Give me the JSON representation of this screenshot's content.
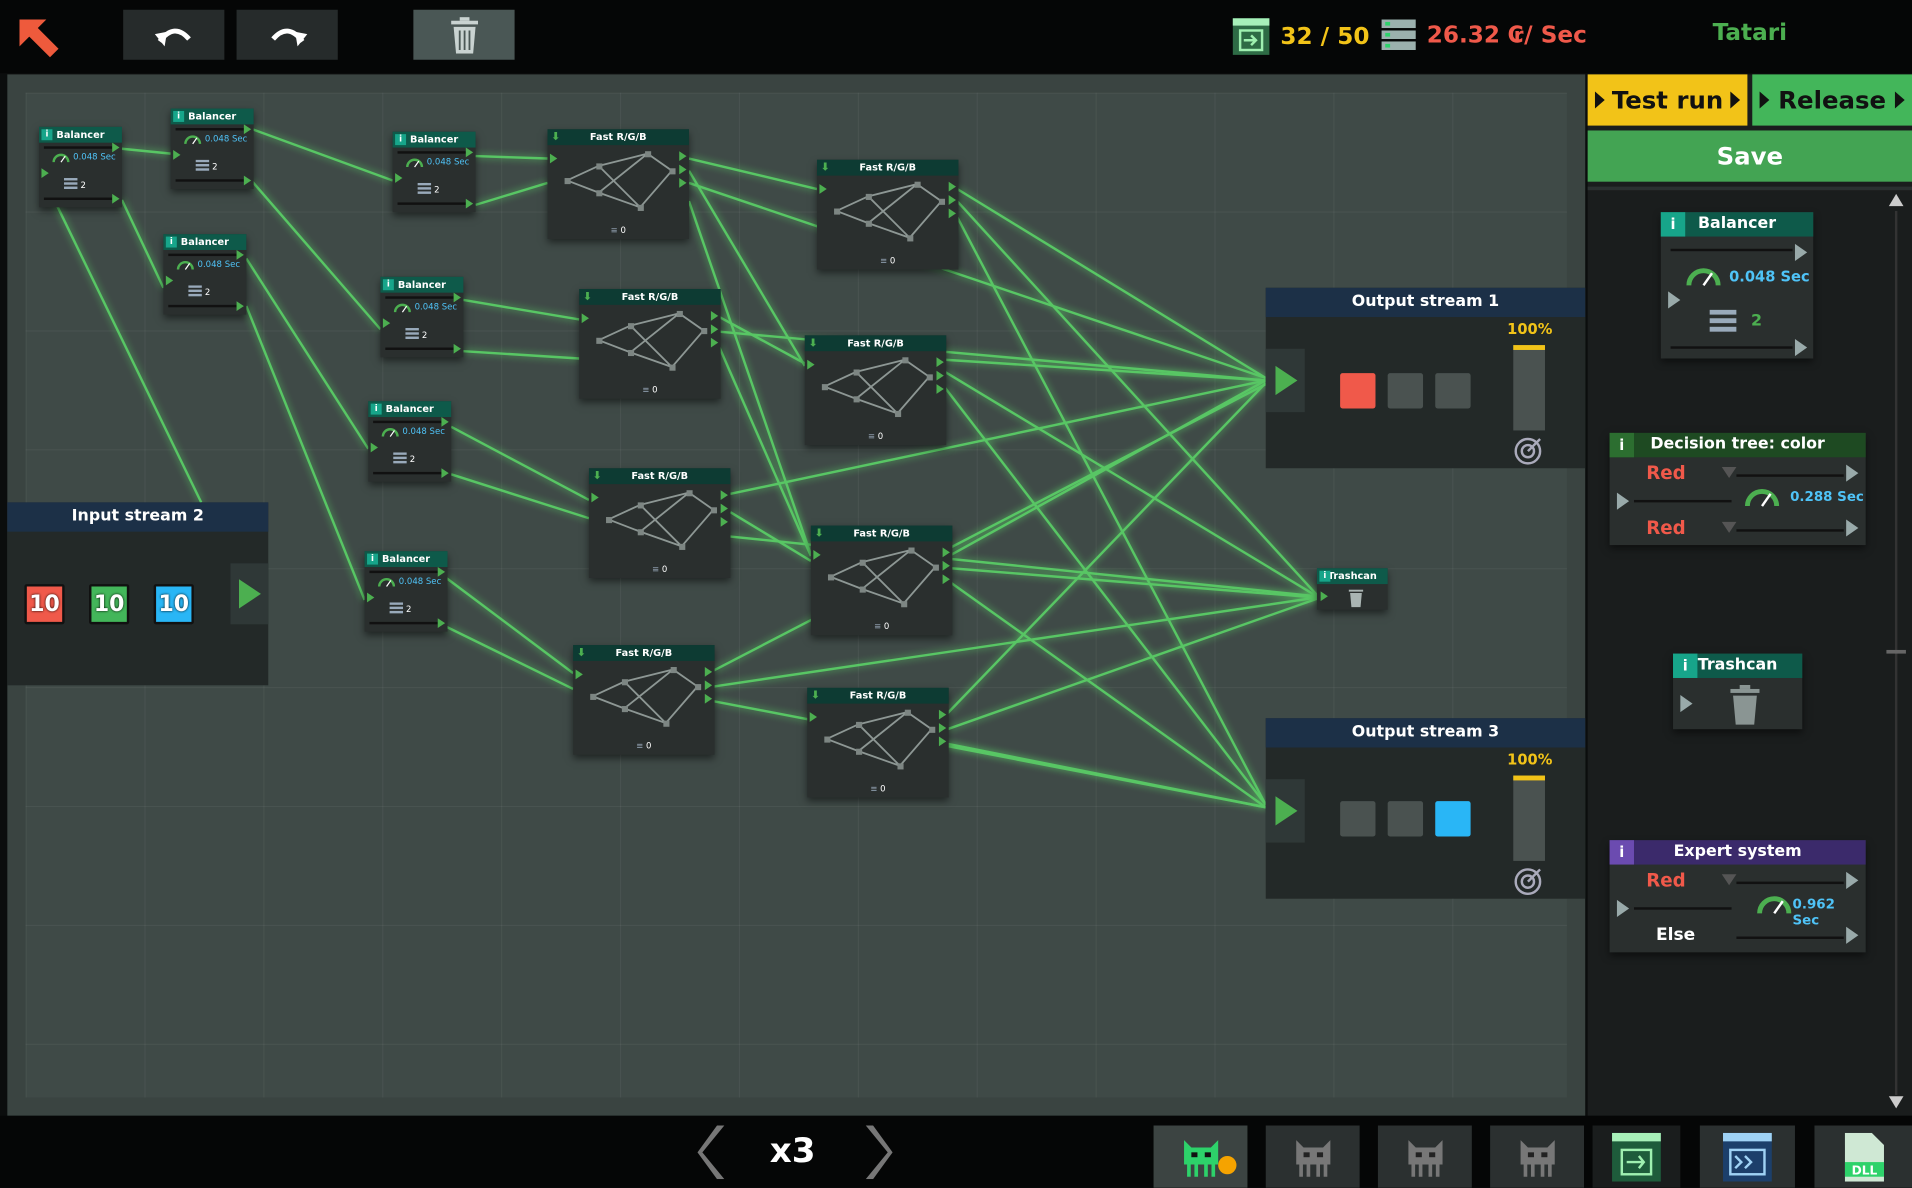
{
  "header": {
    "user_name": "Tatari",
    "node_count": "32 / 50",
    "throughput": "26.32 ₢/ Sec",
    "icons": [
      "back-arrow-icon",
      "undo-icon",
      "redo-icon",
      "trash-icon",
      "node-count-icon",
      "server-icon"
    ]
  },
  "colors": {
    "accent_green": "#4caf50",
    "warning_yellow": "#f2c318",
    "red": "#f0594a",
    "blue": "#29b6f6",
    "wire": "#5ddc6a"
  },
  "input_stream": {
    "title": "Input stream 2",
    "items": [
      {
        "value": "10",
        "color": "red"
      },
      {
        "value": "10",
        "color": "green"
      },
      {
        "value": "10",
        "color": "blue"
      }
    ]
  },
  "balancers": [
    {
      "title": "Balancer",
      "speed": "0.048 Sec",
      "count": "2"
    },
    {
      "title": "Balancer",
      "speed": "0.048 Sec",
      "count": "2"
    },
    {
      "title": "Balancer",
      "speed": "0.048 Sec",
      "count": "2"
    },
    {
      "title": "Balancer",
      "speed": "0.048 Sec",
      "count": "2"
    },
    {
      "title": "Balancer",
      "speed": "0.048 Sec",
      "count": "2"
    },
    {
      "title": "Balancer",
      "speed": "0.048 Sec",
      "count": "2"
    },
    {
      "title": "Balancer",
      "speed": "0.048 Sec",
      "count": "2"
    }
  ],
  "fast_nodes": [
    {
      "title": "Fast R/G/B",
      "count": "0"
    },
    {
      "title": "Fast R/G/B",
      "count": "0"
    },
    {
      "title": "Fast R/G/B",
      "count": "0"
    },
    {
      "title": "Fast R/G/B",
      "count": "0"
    },
    {
      "title": "Fast R/G/B",
      "count": "0"
    },
    {
      "title": "Fast R/G/B",
      "count": "0"
    },
    {
      "title": "Fast R/G/B",
      "count": "0"
    },
    {
      "title": "Fast R/G/B",
      "count": "0"
    }
  ],
  "outputs": [
    {
      "title": "Output stream 1",
      "percent": "100%",
      "fill": 1.0,
      "slots": [
        "red",
        "empty",
        "empty"
      ]
    },
    {
      "title": "Output stream 3",
      "percent": "100%",
      "fill": 1.0,
      "slots": [
        "empty",
        "empty",
        "blue"
      ]
    }
  ],
  "trashcan_node": {
    "title": "Trashcan"
  },
  "sidebar": {
    "test_run": "Test run",
    "release": "Release",
    "save": "Save",
    "palette": {
      "balancer": {
        "title": "Balancer",
        "speed": "0.048 Sec",
        "count": "2"
      },
      "decision": {
        "title": "Decision tree: color",
        "opt1": "Red",
        "opt2": "Red",
        "speed": "0.288 Sec"
      },
      "trashcan": {
        "title": "Trashcan"
      },
      "expert": {
        "title": "Expert system",
        "opt1": "Red",
        "else": "Else",
        "speed": "0.962 Sec"
      }
    }
  },
  "footer": {
    "speed": "x3",
    "tabs": [
      "bot-tab-1",
      "bot-tab-2",
      "bot-tab-3",
      "bot-tab-4"
    ],
    "actions": [
      "import-icon",
      "export-icon",
      "dll-icon"
    ]
  }
}
